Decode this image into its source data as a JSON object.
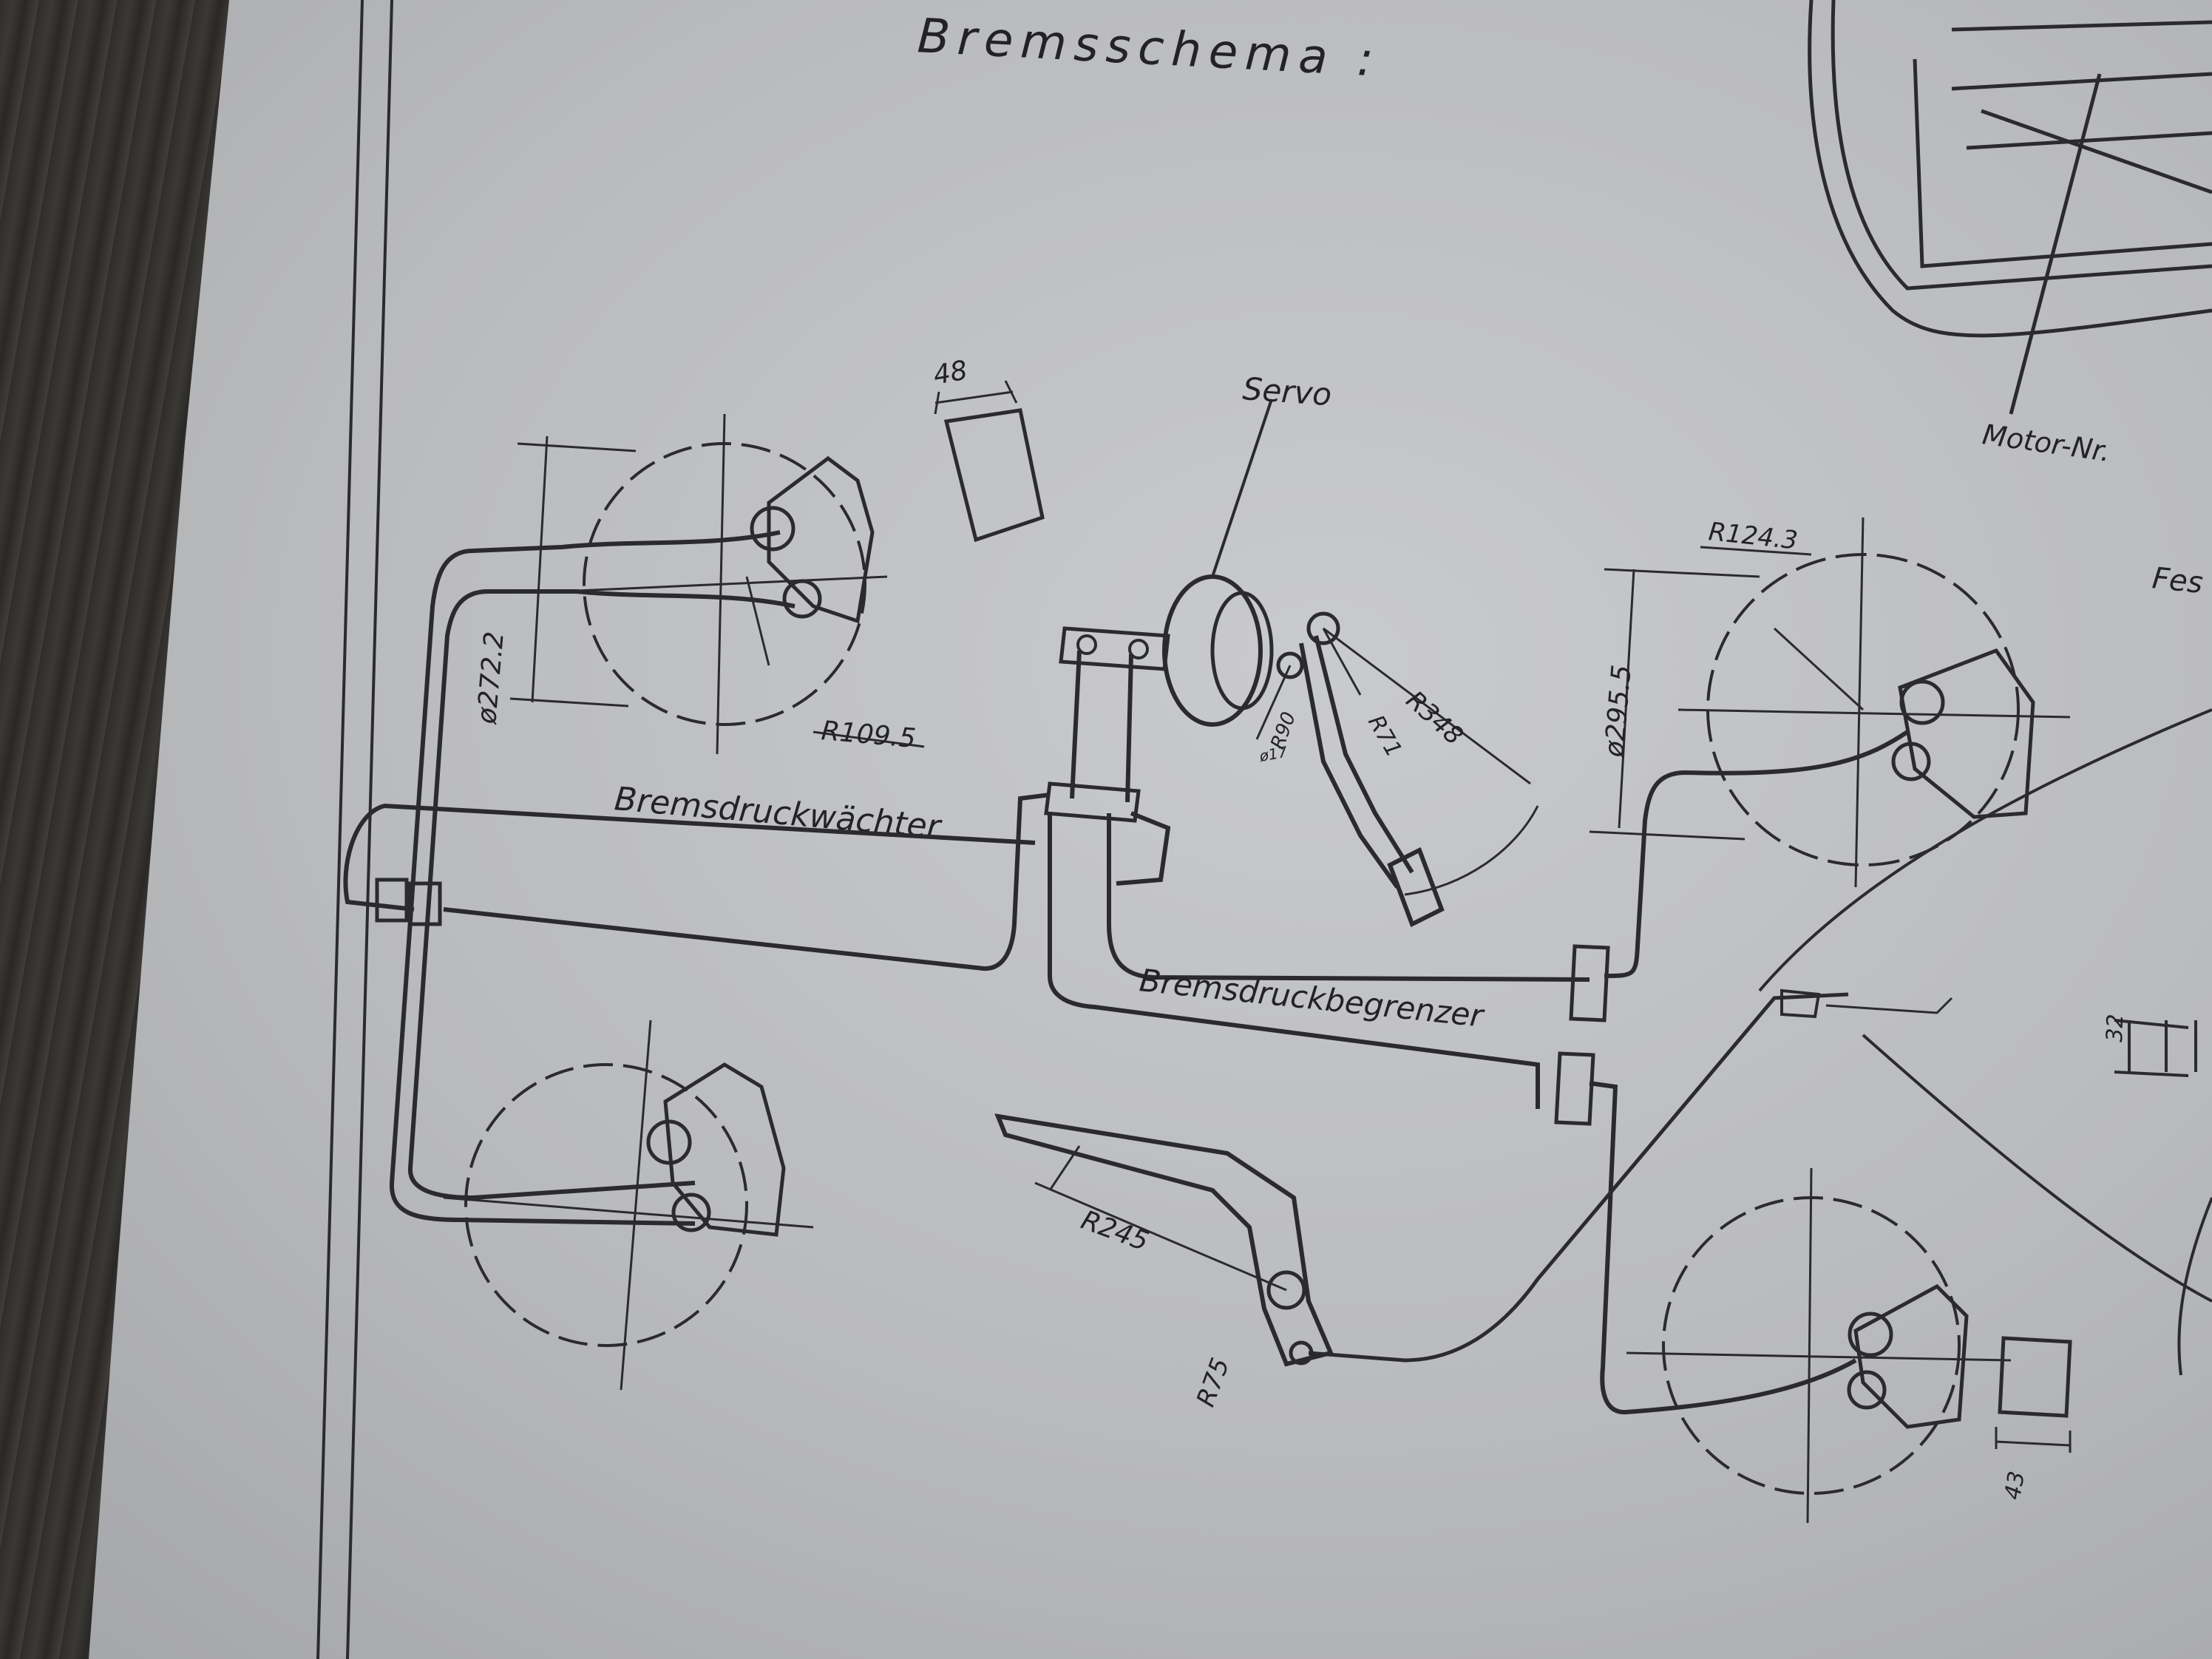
{
  "title": "Bremsschema :",
  "labels": {
    "servo": "Servo",
    "motor_nr": "Motor-Nr.",
    "fes": "Fes",
    "bremsdruckwaechter": "Bremsdruckwächter",
    "bremsdruckbegrenzer": "Bremsdruckbegrenzer"
  },
  "dimensions": {
    "pad_width_top": "48",
    "pad_width_bottom": "43",
    "dia_front": "ø272.2",
    "radius_front": "R109.5",
    "radius_rear_top": "R124.3",
    "dia_rear": "ø295.5",
    "pedal_r348": "R348",
    "pedal_r71": "R71",
    "pedal_r90": "R90",
    "pedal_d17": "ø17",
    "handbrake_r245": "R245",
    "handbrake_r75": "R75",
    "misc_32": "32"
  },
  "colors": {
    "paper": "#c4c5c7",
    "ink": "#2b2b2d",
    "desk": "#3a3836"
  }
}
